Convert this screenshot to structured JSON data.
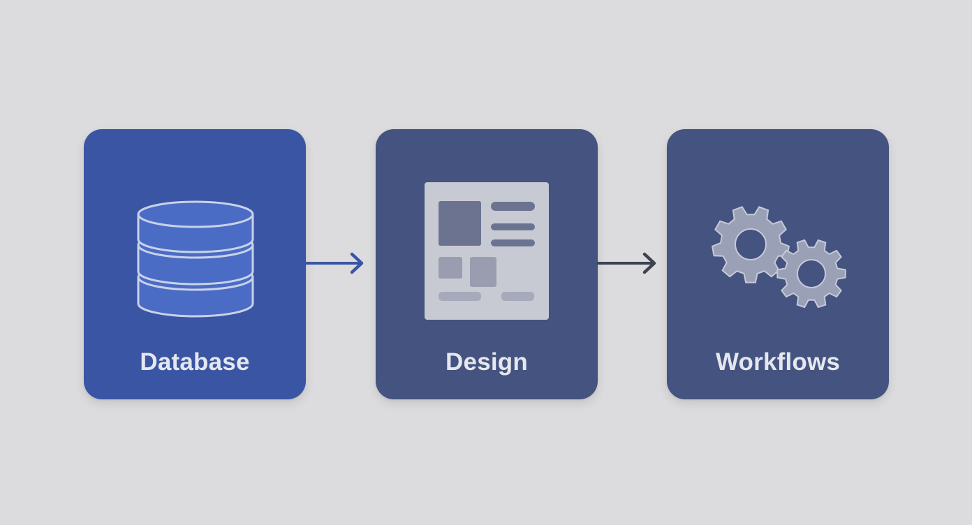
{
  "diagram": {
    "background": "#dcdcde",
    "steps": [
      {
        "id": "database",
        "label": "Database",
        "icon": "database-icon",
        "color": "#3a55a3"
      },
      {
        "id": "design",
        "label": "Design",
        "icon": "layout-icon",
        "color": "#44537f"
      },
      {
        "id": "workflows",
        "label": "Workflows",
        "icon": "gears-icon",
        "color": "#44537f"
      }
    ],
    "connectors": [
      {
        "from": "database",
        "to": "design",
        "color": "#3a55a3"
      },
      {
        "from": "design",
        "to": "workflows",
        "color": "#3c4250"
      }
    ]
  }
}
